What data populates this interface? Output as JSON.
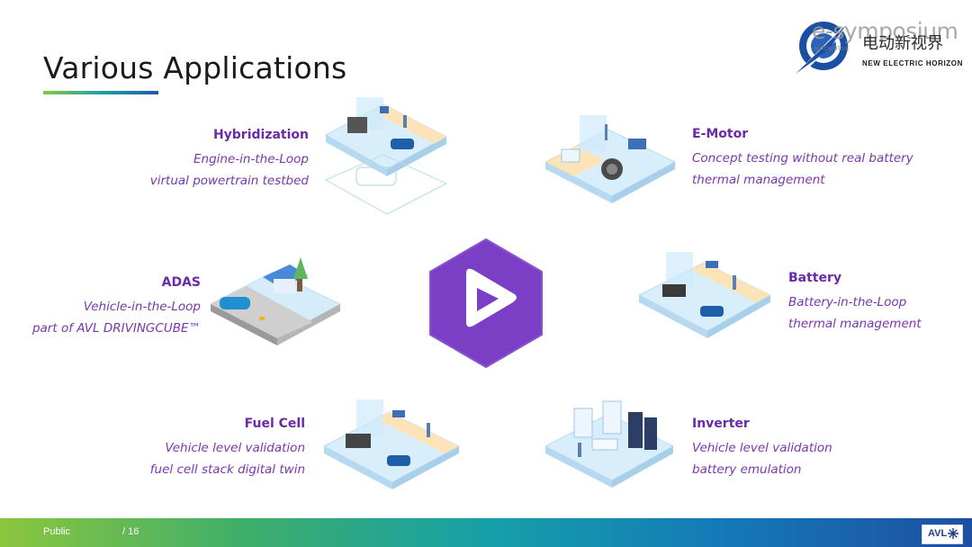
{
  "slide": {
    "title": "Various Applications"
  },
  "logo": {
    "symposium": "e-symposium",
    "cn": "电动新视界",
    "en": "NEW ELECTRIC HORIZON",
    "sub": "AUTOMOTIVE"
  },
  "applications": [
    {
      "heading": "Hybridization",
      "lines": [
        "Engine-in-the-Loop",
        "virtual powertrain testbed"
      ]
    },
    {
      "heading": "E-Motor",
      "lines": [
        "Concept testing without real battery",
        "thermal management"
      ]
    },
    {
      "heading": "ADAS",
      "lines": [
        "Vehicle-in-the-Loop",
        "part of AVL DRIVINGCUBE™"
      ]
    },
    {
      "heading": "Battery",
      "lines": [
        "Battery-in-the-Loop",
        "thermal management"
      ]
    },
    {
      "heading": "Fuel Cell",
      "lines": [
        "Vehicle level validation",
        "fuel cell stack digital twin"
      ]
    },
    {
      "heading": "Inverter",
      "lines": [
        "Vehicle level validation",
        "battery emulation"
      ]
    }
  ],
  "footer": {
    "classification": "Public",
    "page": "/ 16",
    "brand": "AVL"
  },
  "colors": {
    "accent_purple": "#6a2aa8",
    "play_hexagon": "#7b3fc6",
    "platform_blue": "#d6ecfa",
    "platform_orange": "#fde3b8"
  }
}
